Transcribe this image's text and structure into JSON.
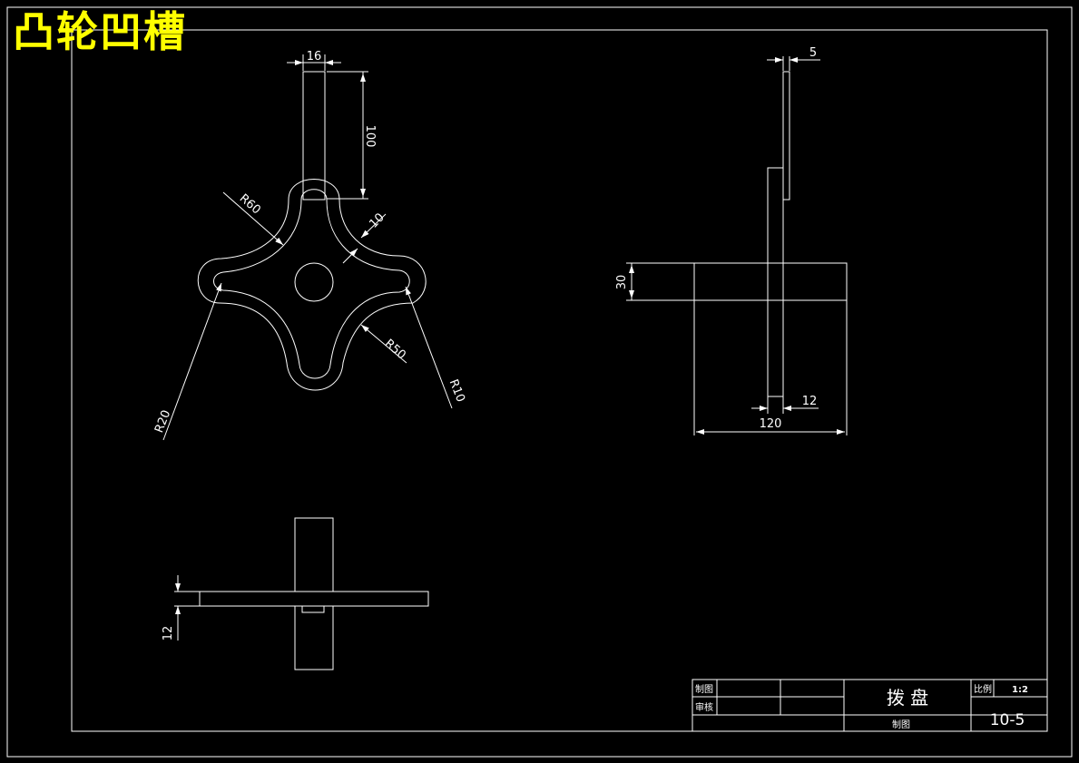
{
  "overlay_title": "凸轮凹槽",
  "colors": {
    "background": "#000000",
    "line": "#ffffff",
    "overlay": "#ffff00"
  },
  "dimensions": {
    "top_width": "16",
    "top_height": "100",
    "radius_60": "R60",
    "slot_width": "10",
    "radius_50": "R50",
    "radius_10": "R10",
    "radius_20": "R20",
    "side_top_width": "5",
    "side_height": "30",
    "side_thickness": "12",
    "side_width": "120",
    "bottom_thickness": "12"
  },
  "title_block": {
    "drawn_label": "制图",
    "checked_label": "审核",
    "part_name": "拨 盘",
    "drawn_label_bottom": "制图",
    "scale_label": "比例",
    "scale_value": "1:2",
    "drawing_number": "10-5"
  }
}
